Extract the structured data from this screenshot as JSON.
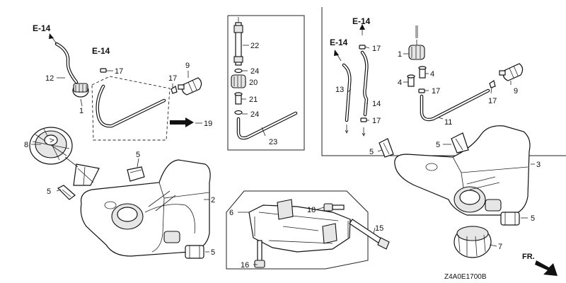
{
  "diagram": {
    "code": "Z4A0E1700B",
    "direction_label": "FR.",
    "ref_labels": [
      "E-14",
      "E-14",
      "E-14",
      "E-14"
    ],
    "callouts": {
      "n1a": "1",
      "n1b": "1",
      "n2": "2",
      "n3": "3",
      "n4a": "4",
      "n4b": "4",
      "n5a": "5",
      "n5b": "5",
      "n5c": "5",
      "n5d": "5",
      "n5e": "5",
      "n6": "6",
      "n7": "7",
      "n8": "8",
      "n9a": "9",
      "n9b": "9",
      "n11": "11",
      "n12": "12",
      "n13": "13",
      "n14": "14",
      "n15": "15",
      "n16": "16",
      "n17a": "17",
      "n17b": "17",
      "n17c": "17",
      "n17d": "17",
      "n17e": "17",
      "n17f": "17",
      "n18": "18",
      "n19": "19",
      "n20": "20",
      "n21": "21",
      "n22": "22",
      "n23": "23",
      "n24a": "24",
      "n24b": "24"
    }
  }
}
